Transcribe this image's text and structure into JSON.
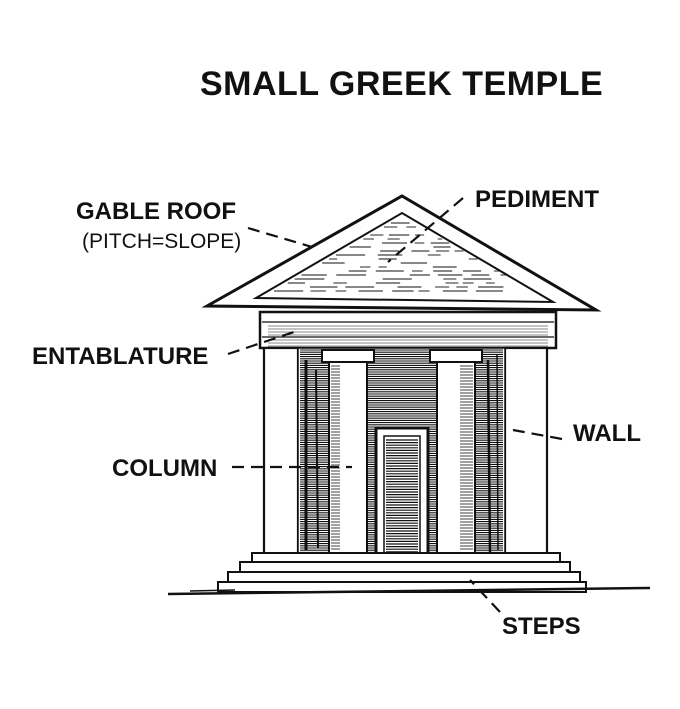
{
  "diagram": {
    "title": "SMALL GREEK TEMPLE",
    "labels": {
      "gable_roof": "GABLE ROOF",
      "gable_roof_note": "(PITCH=SLOPE)",
      "pediment": "PEDIMENT",
      "entablature": "ENTABLATURE",
      "wall": "WALL",
      "column": "COLUMN",
      "steps": "STEPS"
    },
    "colors": {
      "ink": "#111111",
      "paper": "#ffffff"
    }
  }
}
